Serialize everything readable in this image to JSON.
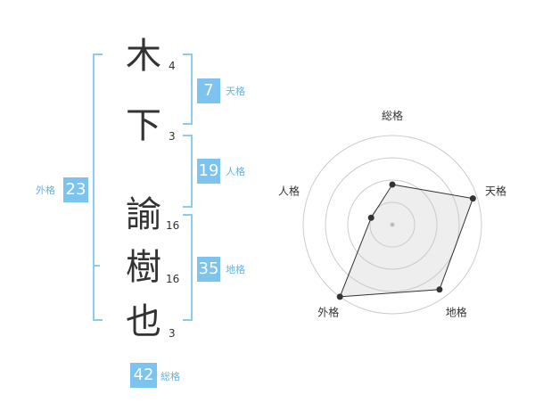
{
  "name": {
    "characters": [
      {
        "char": "木",
        "strokes": "4"
      },
      {
        "char": "下",
        "strokes": "3"
      },
      {
        "char": "諭",
        "strokes": "16"
      },
      {
        "char": "樹",
        "strokes": "16"
      },
      {
        "char": "也",
        "strokes": "3"
      }
    ]
  },
  "fortune": {
    "tenkaku": {
      "value": "7",
      "label": "天格"
    },
    "jinkaku": {
      "value": "19",
      "label": "人格"
    },
    "chikaku": {
      "value": "35",
      "label": "地格"
    },
    "gaikaku": {
      "value": "23",
      "label": "外格"
    },
    "soukaku": {
      "value": "42",
      "label": "総格"
    }
  },
  "colors": {
    "accent": "#7cc3ef",
    "bracket": "#8ecbf3",
    "label": "#64b3e6"
  },
  "chart_data": {
    "type": "radar",
    "axes": [
      "総格",
      "天格",
      "地格",
      "外格",
      "人格"
    ],
    "series": [
      {
        "values": [
          0.45,
          0.95,
          0.9,
          1.0,
          0.25
        ]
      }
    ],
    "rings": 4,
    "grid": true
  }
}
